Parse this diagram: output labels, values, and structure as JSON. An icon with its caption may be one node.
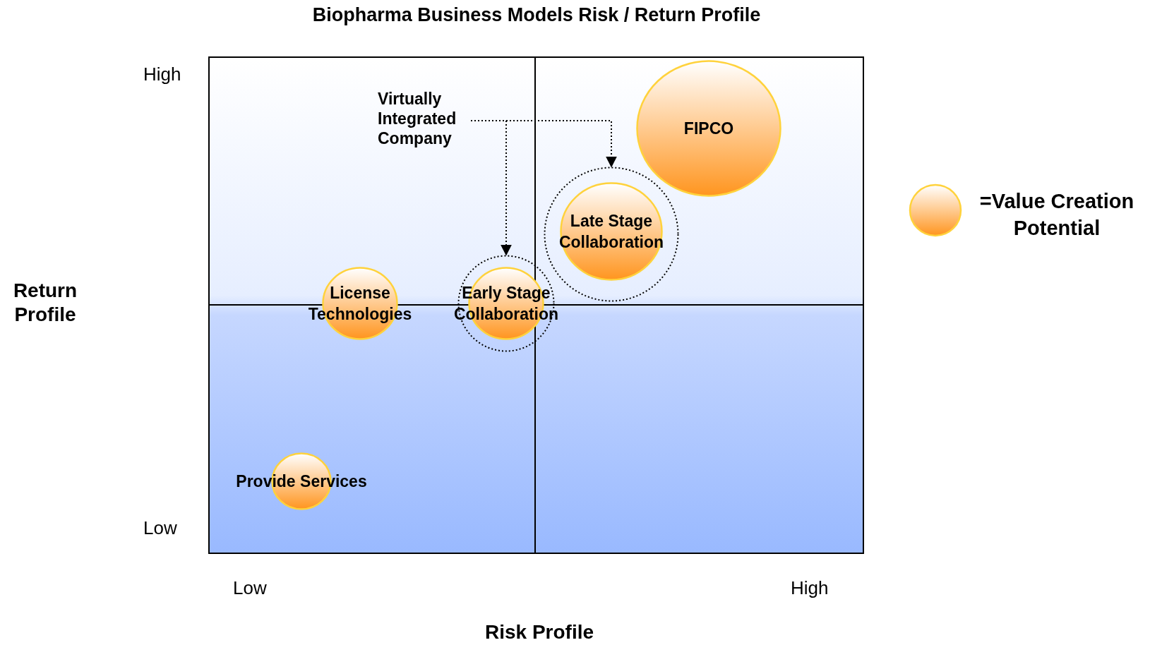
{
  "diagram": {
    "title": "Biopharma Business Models Risk / Return Profile",
    "nodes": [
      {
        "text": [
          "Virtually Integrated Company"
        ]
      },
      {
        "text": [
          "FIPCO"
        ]
      },
      {
        "text": [],
        "shape": "circle"
      },
      {
        "text": [
          "Late Stage Collaboration"
        ],
        "in": 2
      },
      {
        "text": [
          "License Technologies"
        ]
      },
      {
        "text": [],
        "shape": "circle"
      },
      {
        "text": [
          "Early Stage Collaboration"
        ],
        "in": 5
      },
      {
        "text": [
          "Provide Services"
        ]
      }
    ],
    "edges": [
      {
        "from": 0,
        "to": 2,
        "arrow": "to",
        "style": "dashed"
      },
      {
        "from": 0,
        "to": 5,
        "arrow": "to",
        "style": "dashed"
      }
    ],
    "labels": [
      "High",
      "Return Profile",
      "Low",
      "Low",
      "High",
      "Risk Profile"
    ],
    "legend": [
      {
        "text": "=Value Creation Potential"
      }
    ]
  }
}
